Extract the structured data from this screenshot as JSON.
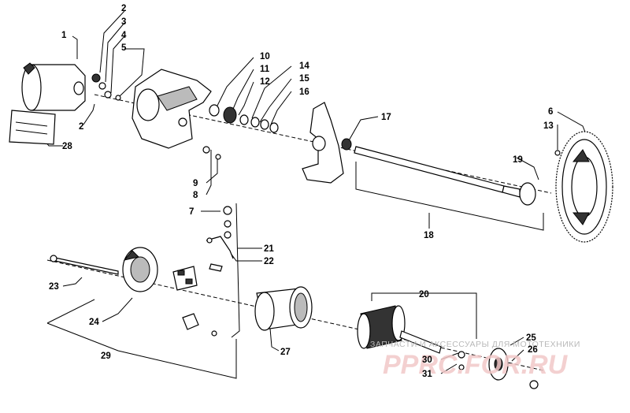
{
  "labels": [
    {
      "id": "1",
      "text": "1"
    },
    {
      "id": "2a",
      "text": "2"
    },
    {
      "id": "3",
      "text": "3"
    },
    {
      "id": "4",
      "text": "4"
    },
    {
      "id": "5",
      "text": "5"
    },
    {
      "id": "2b",
      "text": "2"
    },
    {
      "id": "28",
      "text": "28"
    },
    {
      "id": "10",
      "text": "10"
    },
    {
      "id": "11",
      "text": "11"
    },
    {
      "id": "12",
      "text": "12"
    },
    {
      "id": "14",
      "text": "14"
    },
    {
      "id": "15",
      "text": "15"
    },
    {
      "id": "16",
      "text": "16"
    },
    {
      "id": "9",
      "text": "9"
    },
    {
      "id": "8",
      "text": "8"
    },
    {
      "id": "7",
      "text": "7"
    },
    {
      "id": "17",
      "text": "17"
    },
    {
      "id": "6",
      "text": "6"
    },
    {
      "id": "13",
      "text": "13"
    },
    {
      "id": "19",
      "text": "19"
    },
    {
      "id": "18",
      "text": "18"
    },
    {
      "id": "21",
      "text": "21"
    },
    {
      "id": "22",
      "text": "22"
    },
    {
      "id": "23",
      "text": "23"
    },
    {
      "id": "24",
      "text": "24"
    },
    {
      "id": "20",
      "text": "20"
    },
    {
      "id": "27",
      "text": "27"
    },
    {
      "id": "29",
      "text": "29"
    },
    {
      "id": "25",
      "text": "25"
    },
    {
      "id": "26",
      "text": "26"
    },
    {
      "id": "30",
      "text": "30"
    },
    {
      "id": "31",
      "text": "31"
    }
  ],
  "watermark": {
    "tagline": "ЗАПЧАСТИ И АКСЕССУАРЫ ДЛЯ МОТОТЕХНИКИ",
    "logo": "PPRC.FOR.RU"
  }
}
